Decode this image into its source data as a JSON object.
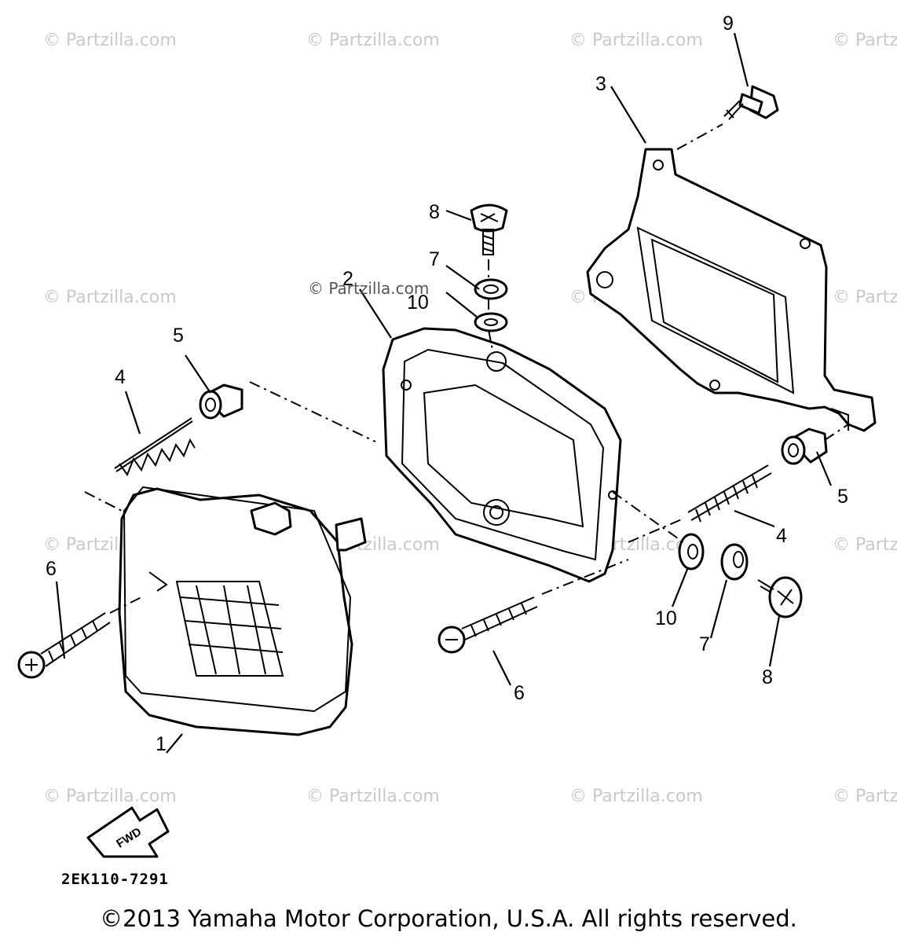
{
  "watermark": {
    "text": "© Partzilla.com",
    "center_text": "© Partzilla.com"
  },
  "callouts": {
    "c1": "1",
    "c2": "2",
    "c3": "3",
    "c4a": "4",
    "c4b": "4",
    "c5a": "5",
    "c5b": "5",
    "c6a": "6",
    "c6b": "6",
    "c7a": "7",
    "c7b": "7",
    "c8a": "8",
    "c8b": "8",
    "c9": "9",
    "c10a": "10",
    "c10b": "10"
  },
  "fwd_label": "FWD",
  "diagram_code": "2EK110-7291",
  "copyright": "©2013 Yamaha Motor Corporation, U.S.A. All rights reserved."
}
